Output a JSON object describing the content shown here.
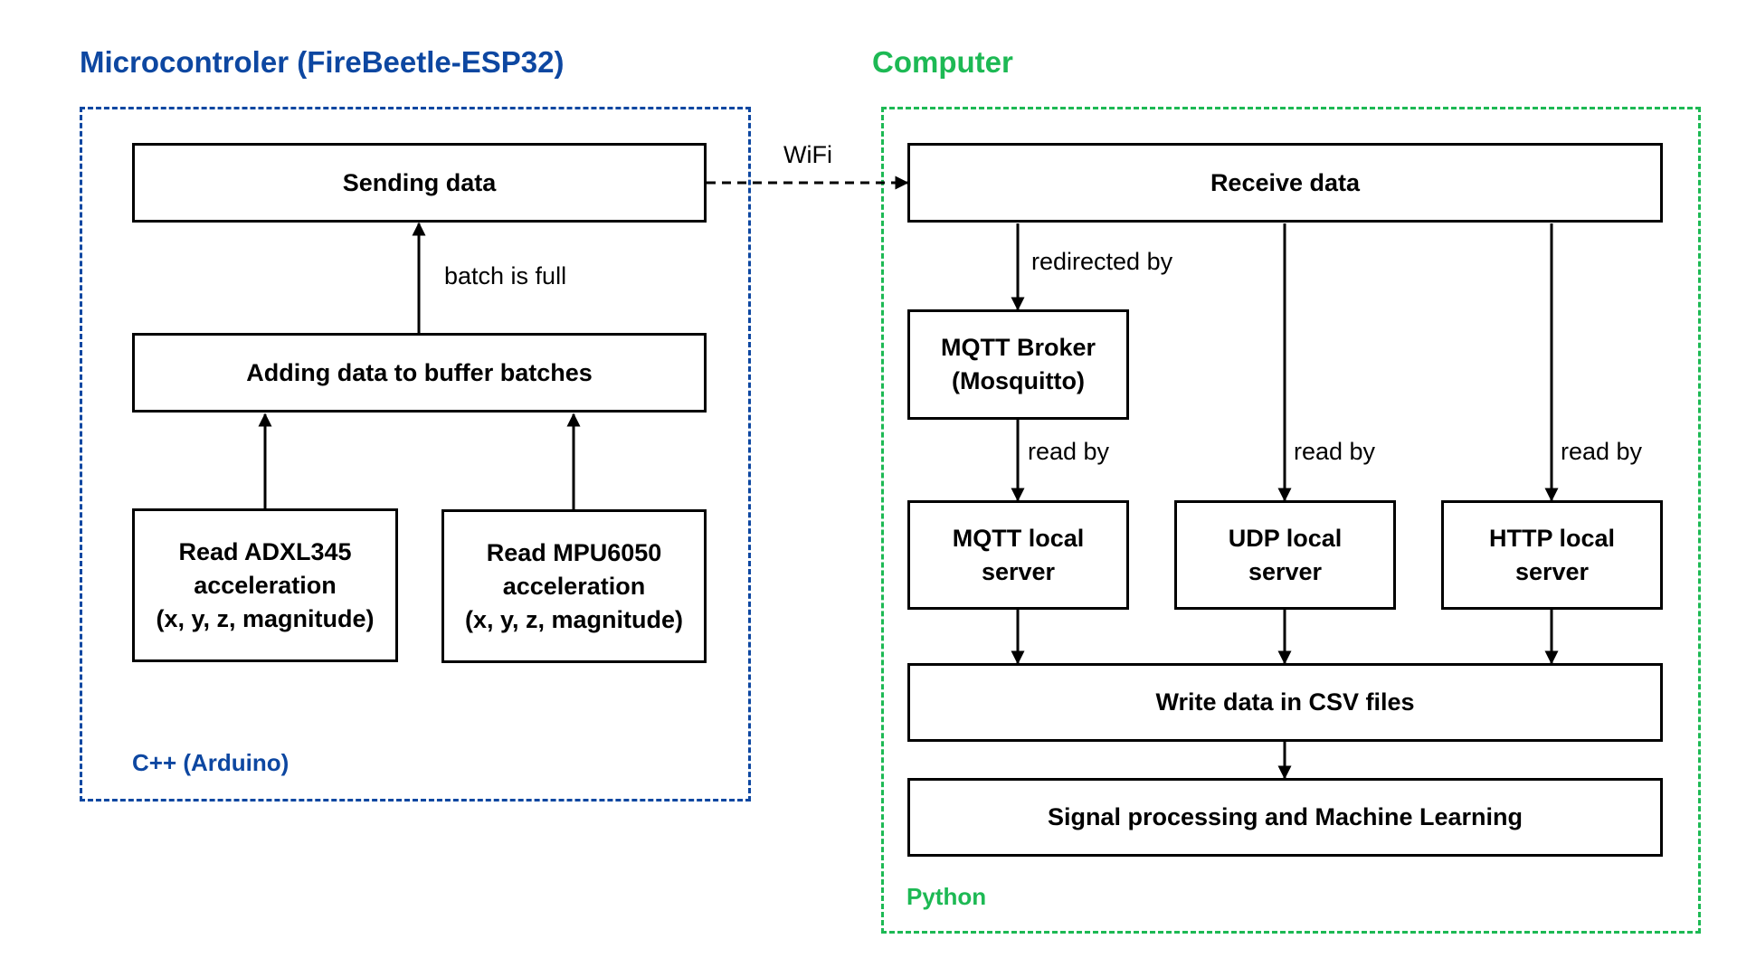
{
  "colors": {
    "microcontroller": "#0d47a1",
    "computer": "#1db954",
    "line": "#000000"
  },
  "microcontroller": {
    "title": "Microcontroler (FireBeetle-ESP32)",
    "language": "C++ (Arduino)",
    "sending": "Sending data",
    "adding": "Adding data to buffer batches",
    "batch_label": "batch is full",
    "adxl": {
      "line1": "Read ADXL345",
      "line2": "acceleration",
      "line3": "(x, y, z, magnitude)"
    },
    "mpu": {
      "line1": "Read MPU6050",
      "line2": "acceleration",
      "line3": "(x, y, z, magnitude)"
    }
  },
  "wifi_label": "WiFi",
  "computer": {
    "title": "Computer",
    "language": "Python",
    "receive": "Receive data",
    "redirected_label": "redirected by",
    "broker": {
      "line1": "MQTT Broker",
      "line2": "(Mosquitto)"
    },
    "read_by": "read by",
    "mqtt_server": {
      "line1": "MQTT local",
      "line2": "server"
    },
    "udp_server": {
      "line1": "UDP local",
      "line2": "server"
    },
    "http_server": {
      "line1": "HTTP local",
      "line2": "server"
    },
    "write_csv": "Write data in CSV files",
    "ml": "Signal processing and Machine Learning"
  }
}
